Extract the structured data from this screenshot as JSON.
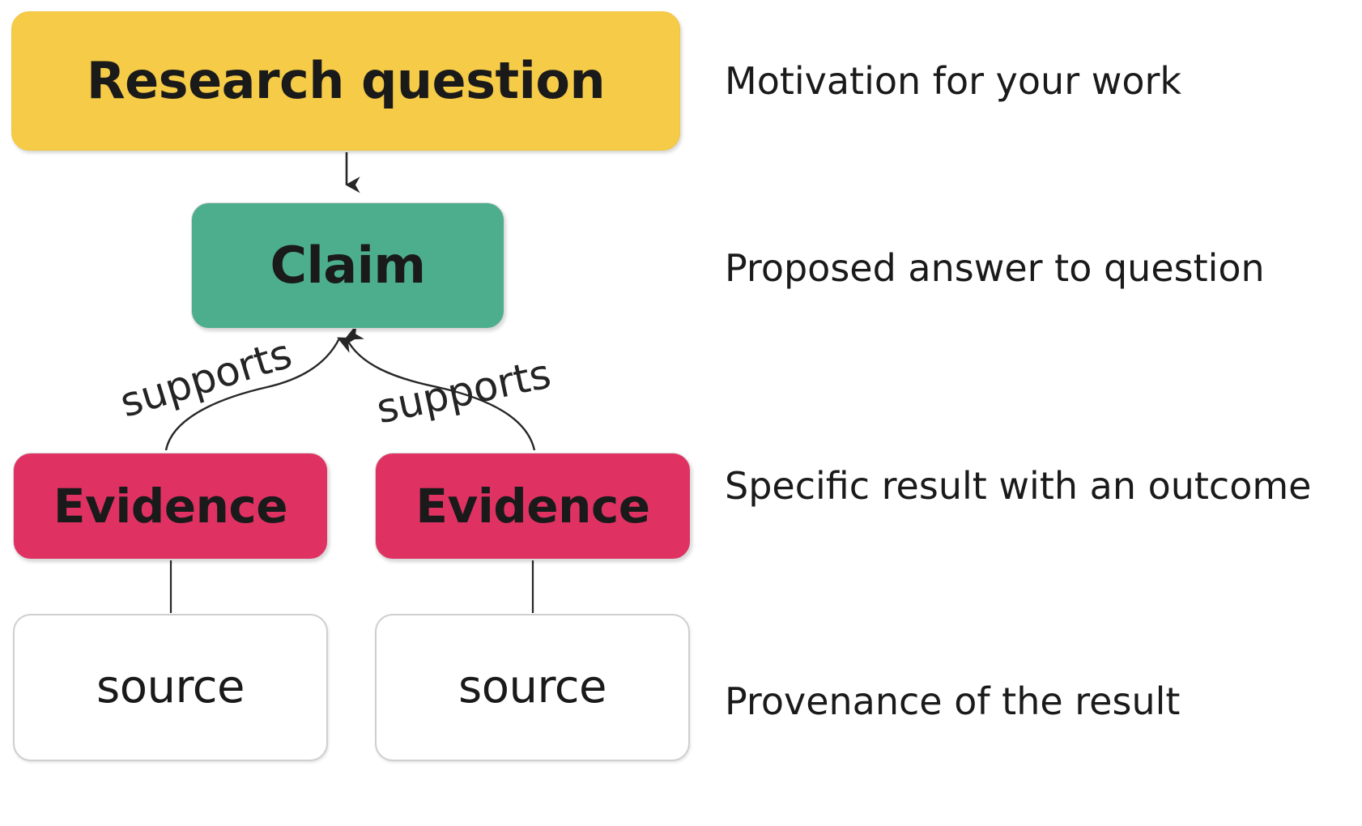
{
  "diagram": {
    "title": "Argument structure: research question, claim, evidence, source",
    "background": "#ffffff"
  },
  "colors": {
    "research_question": "#F5CB47",
    "claim": "#4CAE8C",
    "evidence": "#DF3263",
    "source_fill": "#ffffff",
    "source_border": "#cfcfcf",
    "text": "#1a1a1a",
    "edge": "#262626"
  },
  "nodes": {
    "research_question": {
      "label": "Research question"
    },
    "claim": {
      "label": "Claim"
    },
    "evidence_left": {
      "label": "Evidence"
    },
    "evidence_right": {
      "label": "Evidence"
    },
    "source_left": {
      "label": "source"
    },
    "source_right": {
      "label": "source"
    }
  },
  "edges": {
    "question_to_claim": {
      "label": ""
    },
    "evidence_left_to_claim": {
      "label": "supports"
    },
    "evidence_right_to_claim": {
      "label": "supports"
    },
    "source_left_to_evidence_left": {
      "label": ""
    },
    "source_right_to_evidence_right": {
      "label": ""
    }
  },
  "annotations": {
    "research_question": "Motivation for your work",
    "claim": "Proposed answer to question",
    "evidence": "Specific result with an outcome",
    "source": "Provenance of the result"
  }
}
